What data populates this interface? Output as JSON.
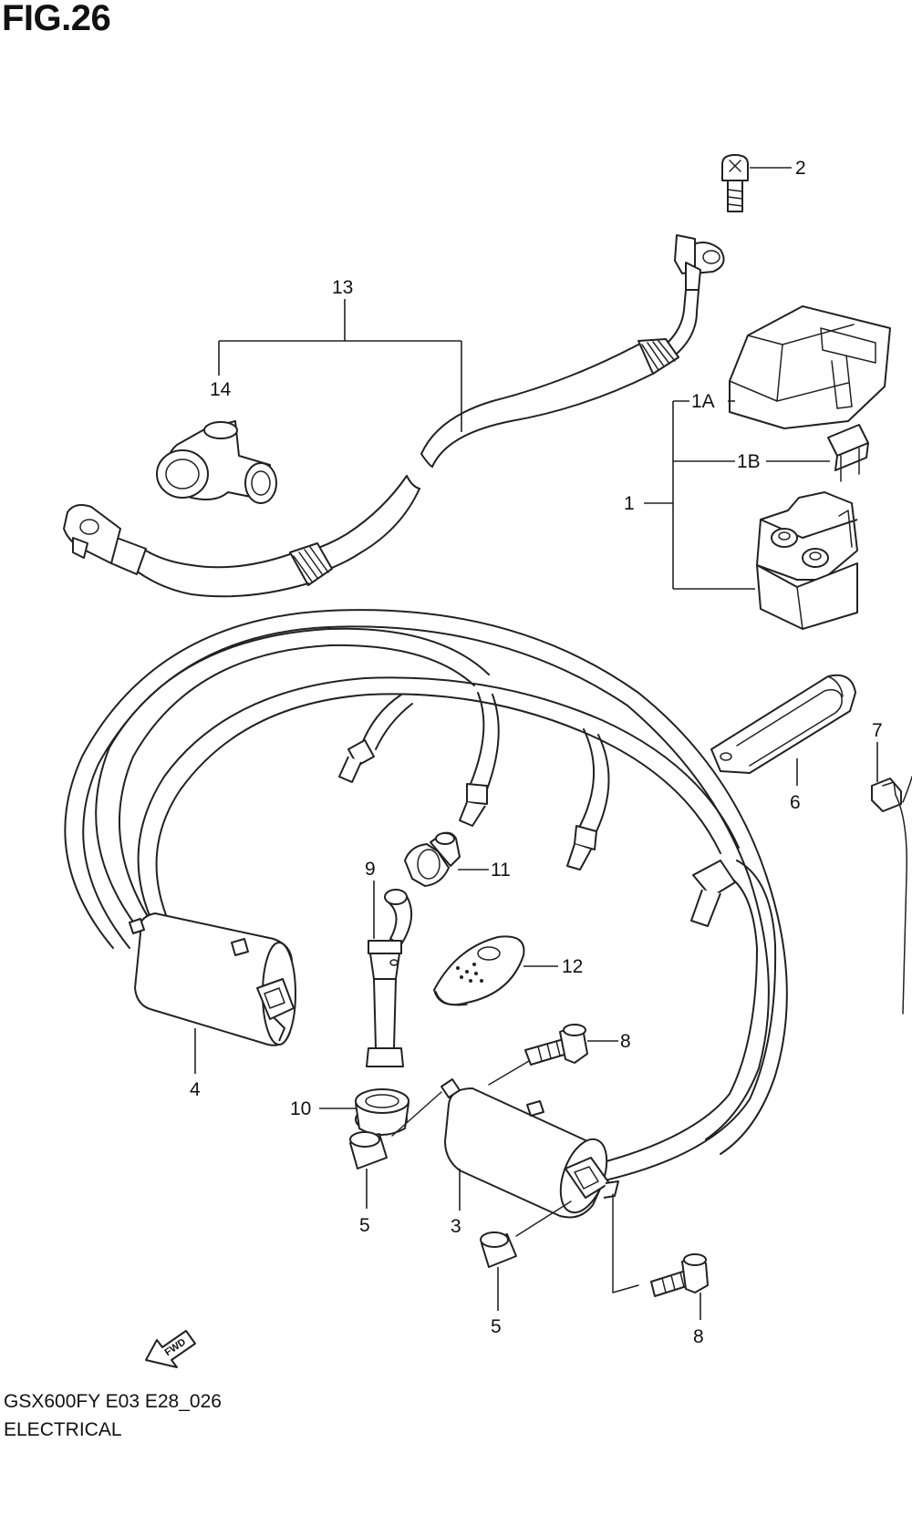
{
  "figure": {
    "title": "FIG.26",
    "model_code": "GSX600FY E03 E28_026",
    "section": "ELECTRICAL",
    "direction_label": "FWD"
  },
  "callouts": {
    "c1": "1",
    "c1A": "1A",
    "c1B": "1B",
    "c2": "2",
    "c3": "3",
    "c4": "4",
    "c5a": "5",
    "c5b": "5",
    "c6": "6",
    "c7": "7",
    "c8a": "8",
    "c8b": "8",
    "c9": "9",
    "c10": "10",
    "c11": "11",
    "c12": "12",
    "c13": "13",
    "c14": "14"
  }
}
